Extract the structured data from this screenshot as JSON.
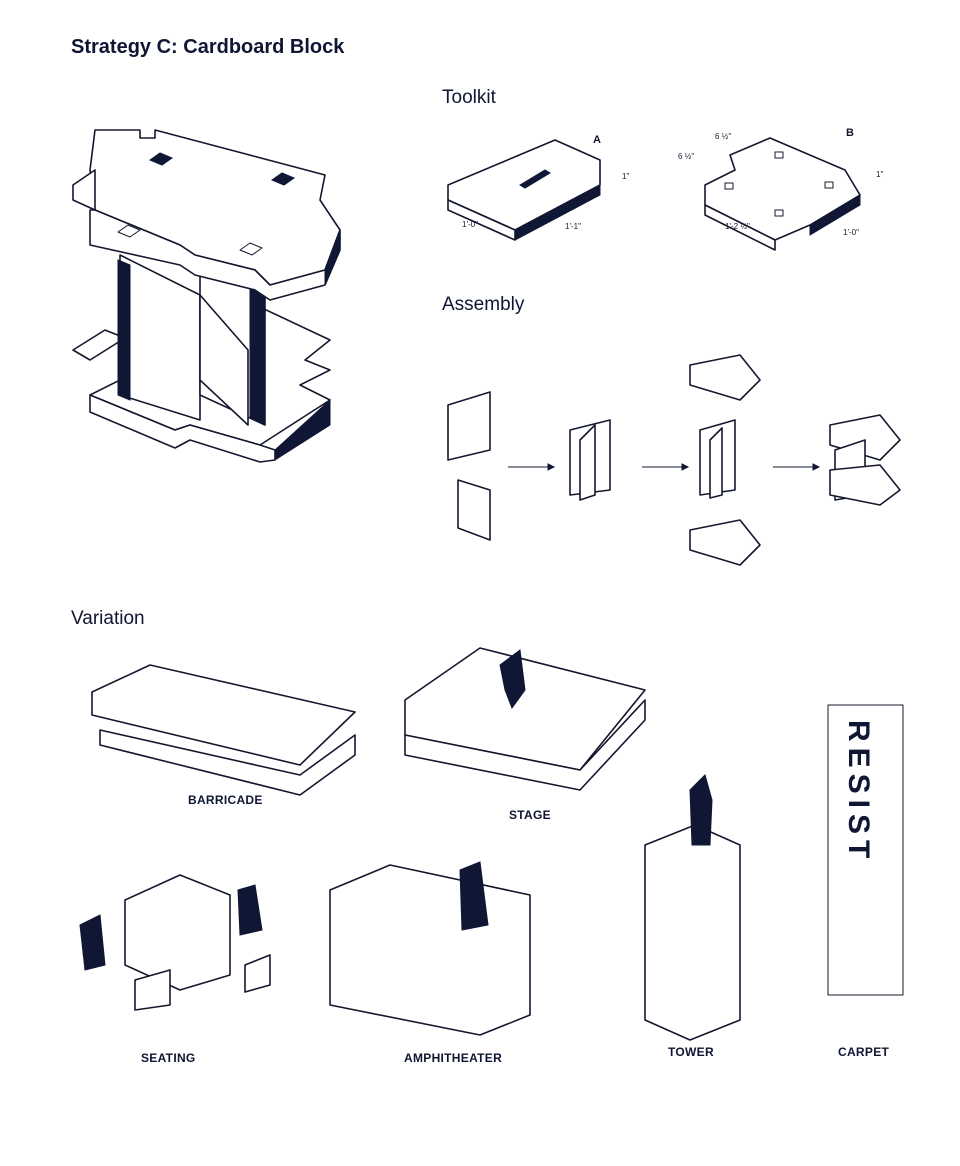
{
  "title": "Strategy C: Cardboard Block",
  "sections": {
    "toolkit": "Toolkit",
    "assembly": "Assembly",
    "variation": "Variation"
  },
  "toolkit": {
    "part_a_label": "A",
    "part_b_label": "B",
    "dims_a": [
      "1'-0\"",
      "1'-1\"",
      "1\""
    ],
    "dims_b": [
      "6 ½\"",
      "6 ½\"",
      "1'-2 ½\"",
      "1'-0\"",
      "1\""
    ]
  },
  "variations": [
    "BARRICADE",
    "STAGE",
    "TOWER",
    "CARPET",
    "SEATING",
    "AMPHITHEATER"
  ],
  "carpet_word": "RESIST",
  "colors": {
    "ink": "#101735",
    "paper": "#ffffff"
  }
}
